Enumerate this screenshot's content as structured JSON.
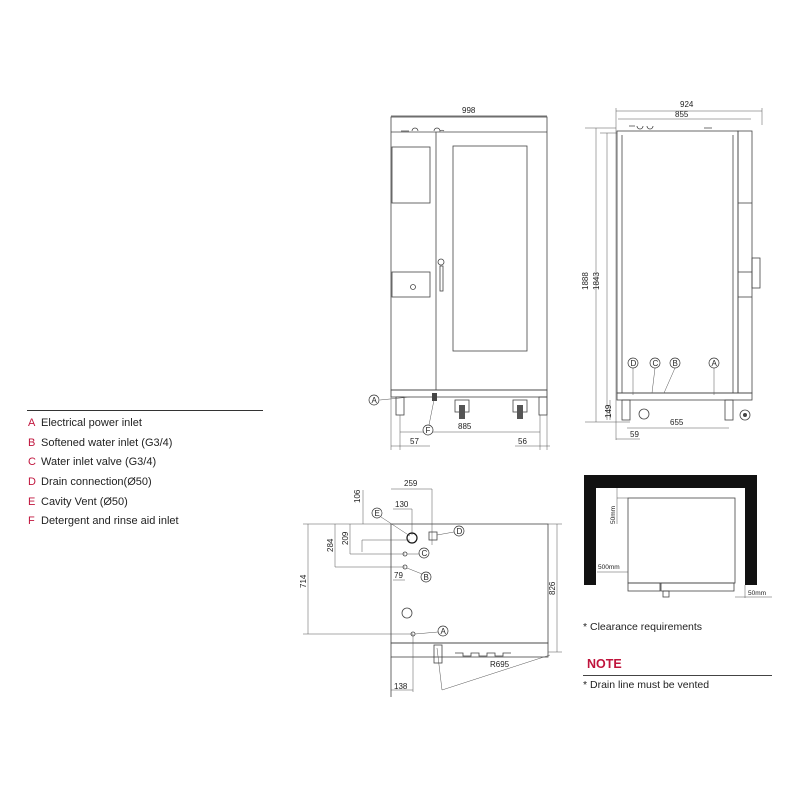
{
  "legend": {
    "items": [
      {
        "letter": "A",
        "label": "Electrical power inlet"
      },
      {
        "letter": "B",
        "label": "Softened water inlet (G3/4)"
      },
      {
        "letter": "C",
        "label": "Water inlet valve (G3/4)"
      },
      {
        "letter": "D",
        "label": "Drain connection(Ø50)"
      },
      {
        "letter": "E",
        "label": "Cavity Vent (Ø50)"
      },
      {
        "letter": "F",
        "label": "Detergent and rinse aid inlet"
      }
    ]
  },
  "front_view": {
    "width": "998",
    "feet_span": "885",
    "left_offset": "57",
    "right_offset": "56",
    "callouts": [
      "A",
      "F"
    ]
  },
  "side_view": {
    "depth_total": "924",
    "depth_body": "855",
    "height_total": "1888",
    "height_body": "1843",
    "base_height": "149",
    "feet_span": "655",
    "front_offset": "59",
    "callouts": [
      "D",
      "C",
      "B",
      "A"
    ]
  },
  "top_view": {
    "dim_259": "259",
    "dim_106": "106",
    "dim_130": "130",
    "dim_209": "209",
    "dim_284": "284",
    "dim_714": "714",
    "dim_79": "79",
    "dim_826": "826",
    "dim_138": "138",
    "door_radius": "R695",
    "callouts": [
      "E",
      "D",
      "C",
      "B",
      "A"
    ]
  },
  "clearance": {
    "top": "50mm",
    "left": "500mm",
    "right": "50mm",
    "caption": "* Clearance requirements"
  },
  "note": {
    "title": "NOTE",
    "text": "* Drain line must be vented"
  },
  "colors": {
    "accent": "#c0143c",
    "wall": "#111111"
  }
}
